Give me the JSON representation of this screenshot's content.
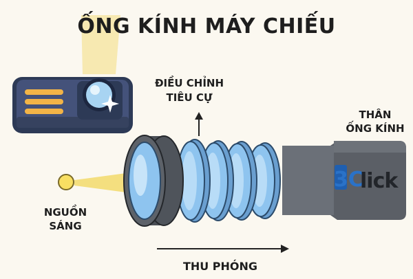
{
  "title": "ỐNG KÍNH MÁY CHIẾU",
  "labels": {
    "focus_line1": "ĐIỀU CHỈNH",
    "focus_line2": "TIÊU CỰ",
    "body_line1": "THÂN",
    "body_line2": "ỐNG KÍNH",
    "source_line1": "NGUỒN",
    "source_line2": "SÁNG",
    "zoom": "THU PHÓNG"
  },
  "logo_text": "3Click",
  "colors": {
    "background": "#fbf8f0",
    "lens_blue": "#8ec4ef",
    "barrel_gray": "#5b5f66",
    "light_yellow": "#f3dc72",
    "projector_navy": "#3b4768",
    "vent_orange": "#f3b447"
  }
}
